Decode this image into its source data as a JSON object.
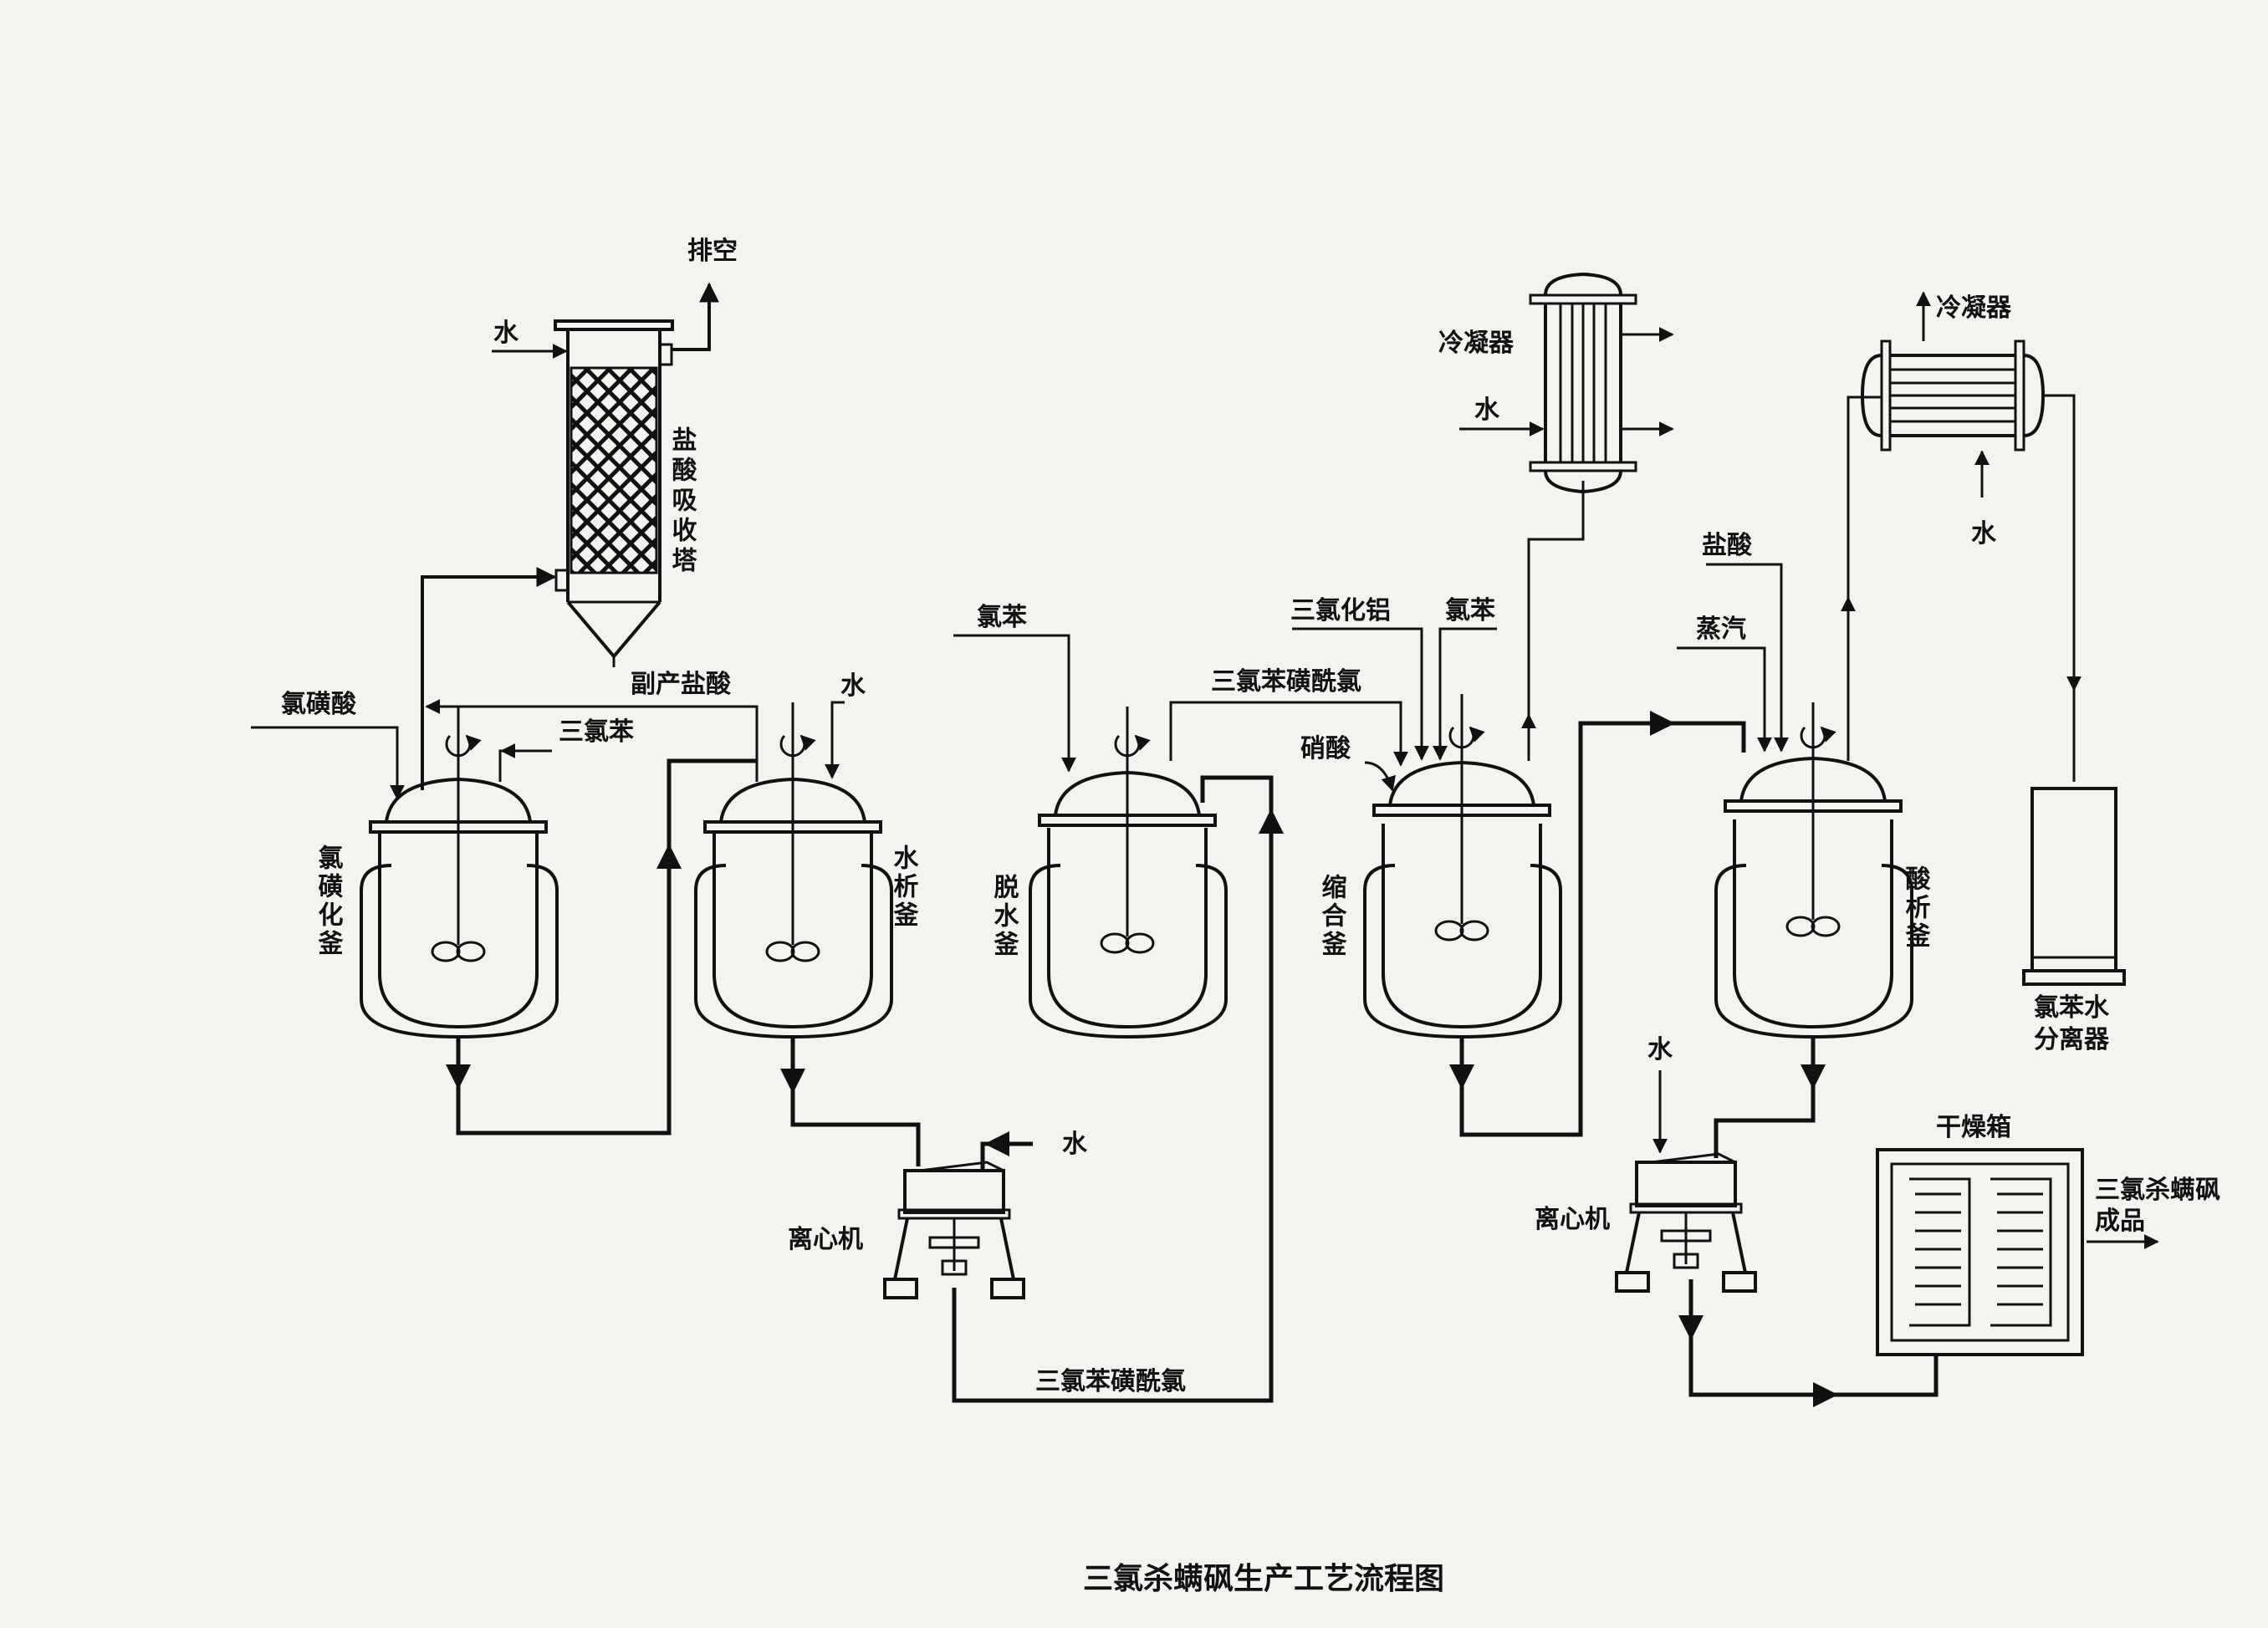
{
  "labels": {
    "vent": "排空",
    "water": "水",
    "hcl_absorber": "盐酸吸收塔",
    "chlorosulfonic_acid": "氯磺酸",
    "byproduct_hcl": "副产盐酸",
    "trichlorobenzene": "三氯苯",
    "chlorosulfonation_kettle": "氯磺化釜",
    "water_precipitation_kettle": "水析釜",
    "centrifuge": "离心机",
    "trichlorobenzenesulfonyl_chloride": "三氯苯磺酰氯",
    "chlorobenzene": "氯苯",
    "dehydration_kettle": "脱水釜",
    "aluminum_trichloride": "三氯化铝",
    "nitric_acid": "硝酸",
    "condenser": "冷凝器",
    "condensation_kettle": "缩合釜",
    "hydrochloric_acid": "盐酸",
    "steam": "蒸汽",
    "acid_precipitation_kettle": "酸析釜",
    "chlorobenzene_water_separator_1": "氯苯水",
    "chlorobenzene_water_separator_2": "分离器",
    "dryer": "干燥箱",
    "product_1": "三氯杀螨砜",
    "product_2": "成品"
  },
  "caption": "三氯杀螨砜生产工艺流程图"
}
